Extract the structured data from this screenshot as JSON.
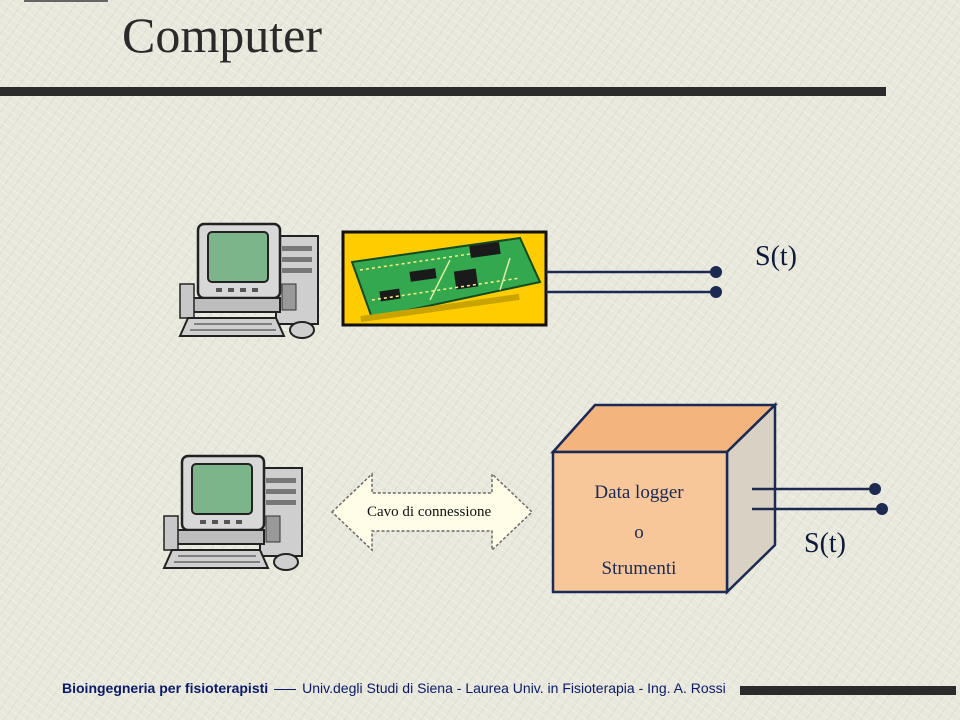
{
  "slide": {
    "title": "Computer",
    "signal_top": "S(t)",
    "signal_bottom": "S(t)",
    "arrow_label": "Cavo di connessione",
    "box": {
      "line1": "Data logger",
      "line2": "o",
      "line3": "Strumenti"
    }
  },
  "footer": {
    "course": "Bioingegneria per fisioterapisti",
    "institution": "Univ.degli Studi di Siena - Laurea Univ. in Fisioterapia - Ing. A. Rossi"
  },
  "icons": [
    "computer-icon",
    "circuit-board-icon",
    "computer-icon",
    "double-arrow",
    "data-logger-box"
  ],
  "colors": {
    "title_rule": "#2b2b2b",
    "board_yellow": "#ffcc00",
    "board_green": "#2ea84a",
    "box_face": "#f7c79a",
    "wire": "#1c2a52"
  }
}
